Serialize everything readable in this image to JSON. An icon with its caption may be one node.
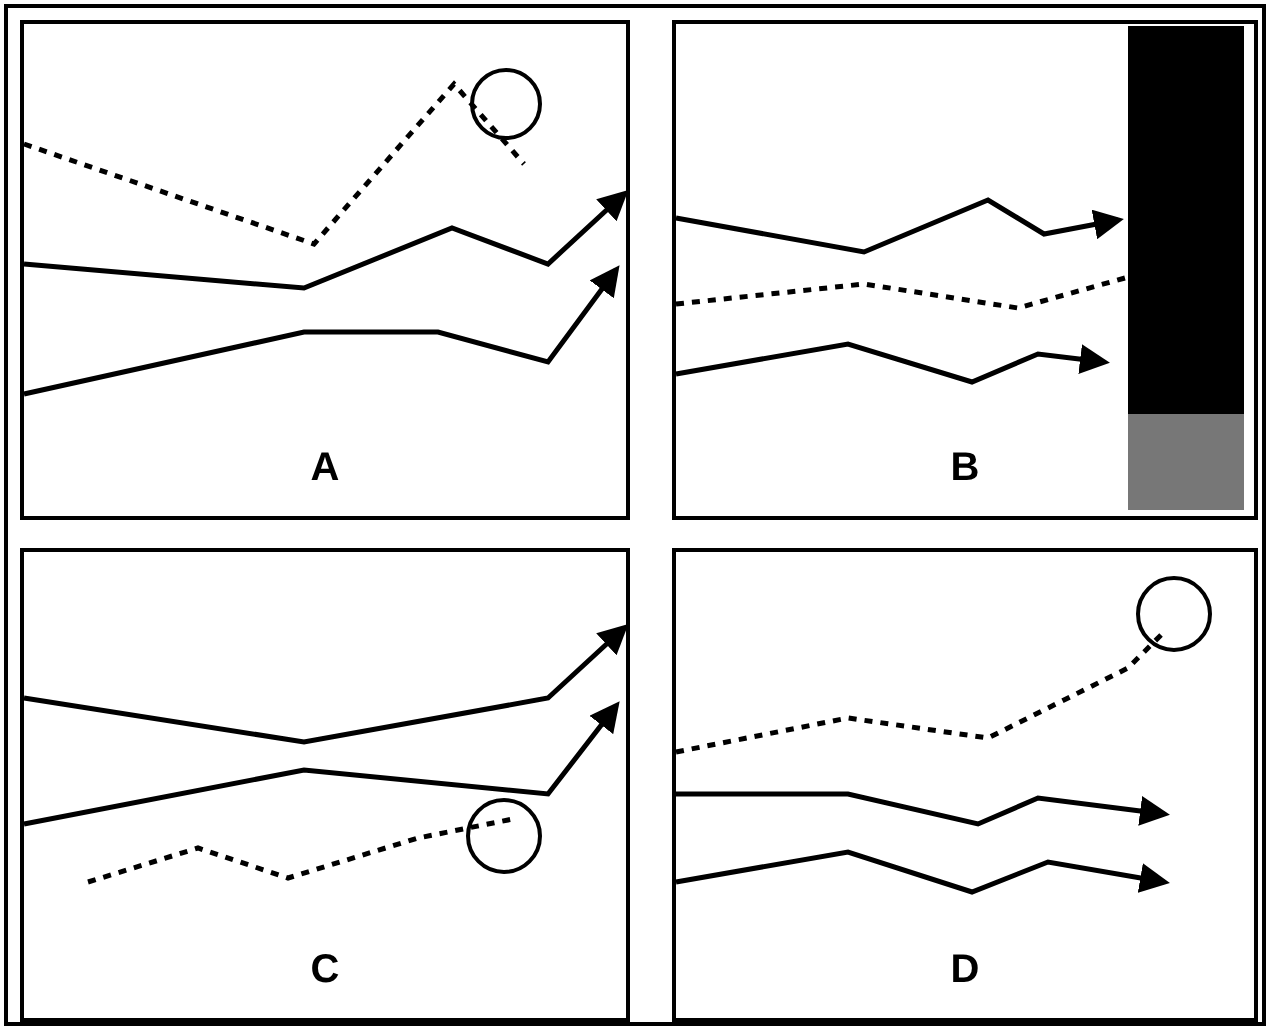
{
  "diagram": {
    "nodes": [
      {
        "text": [],
        "shape": "box"
      },
      {
        "text": [
          "A"
        ],
        "in": 0
      },
      {
        "text": [
          "B"
        ],
        "in": 0
      },
      {
        "text": [
          "C"
        ],
        "in": 0
      },
      {
        "text": [
          "D"
        ],
        "in": 0
      }
    ]
  }
}
